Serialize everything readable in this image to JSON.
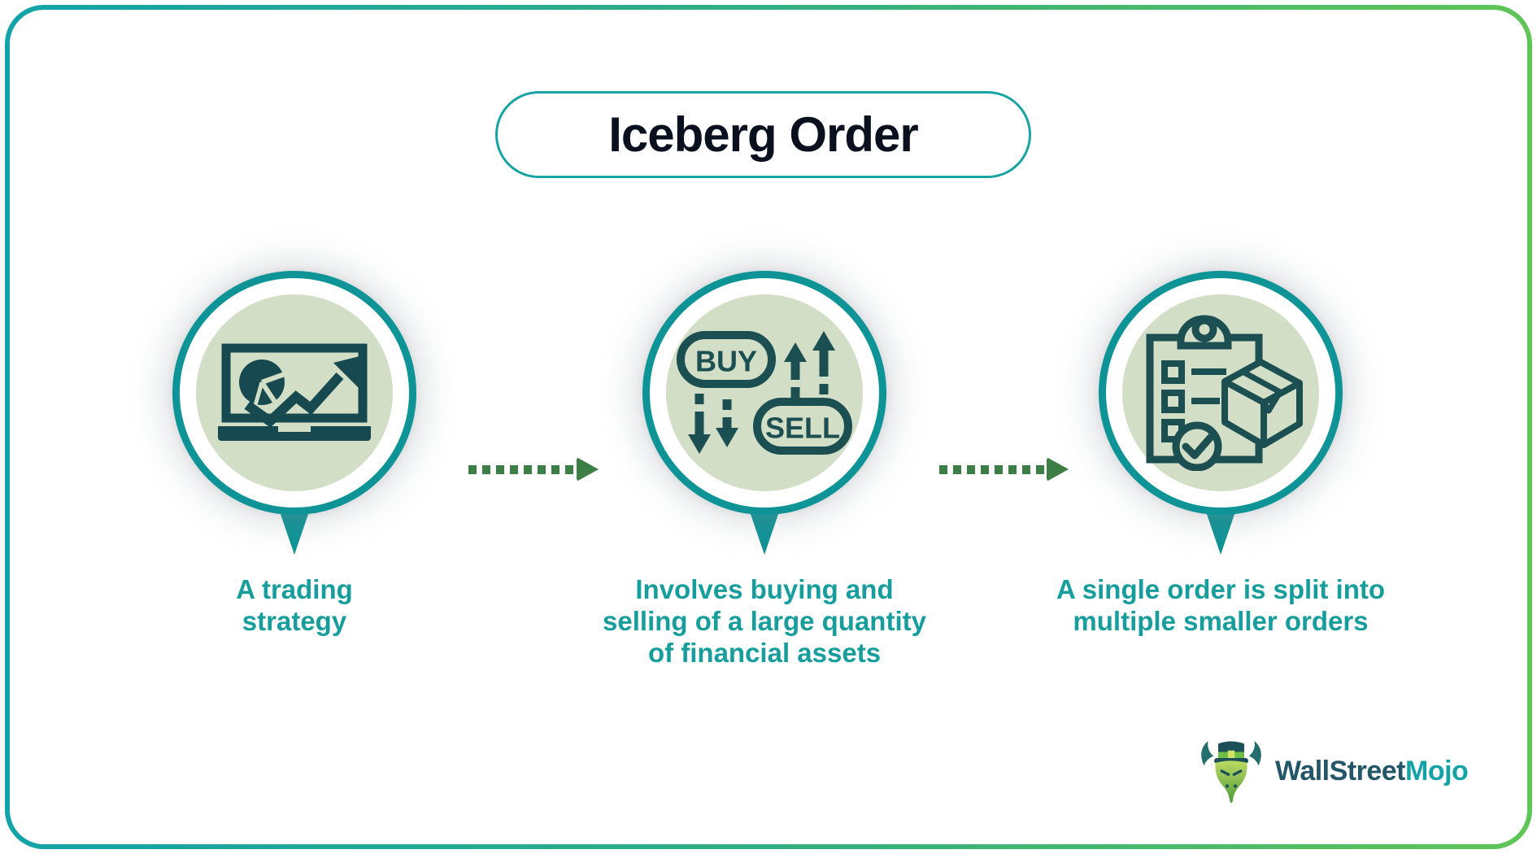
{
  "title": "Iceberg Order",
  "steps": [
    {
      "icon": "laptop-chart-icon",
      "caption_lines": [
        "A trading",
        "strategy"
      ]
    },
    {
      "icon": "buy-sell-icon",
      "buy_label": "BUY",
      "sell_label": "SELL",
      "caption_lines": [
        "Involves buying and",
        "selling of a large quantity",
        "of financial assets"
      ]
    },
    {
      "icon": "clipboard-package-icon",
      "caption_lines": [
        "A single order is split into",
        "multiple smaller orders"
      ]
    }
  ],
  "brand": {
    "name_part1": "WallStreet",
    "name_part2": "Mojo"
  },
  "colors": {
    "ring_teal": "#0E9396",
    "pill_border_teal": "#1AA3A3",
    "caption_teal": "#189D9D",
    "icon_dark_teal": "#1C4F52",
    "inner_circle_sage": "#D3DEC6",
    "arrow_green": "#3C7E46",
    "border_gradient_start": "#12A3A8",
    "border_gradient_end": "#5FC556",
    "title_color": "#0B101E",
    "brand_dark": "#235767",
    "brand_teal": "#13A2A6"
  }
}
